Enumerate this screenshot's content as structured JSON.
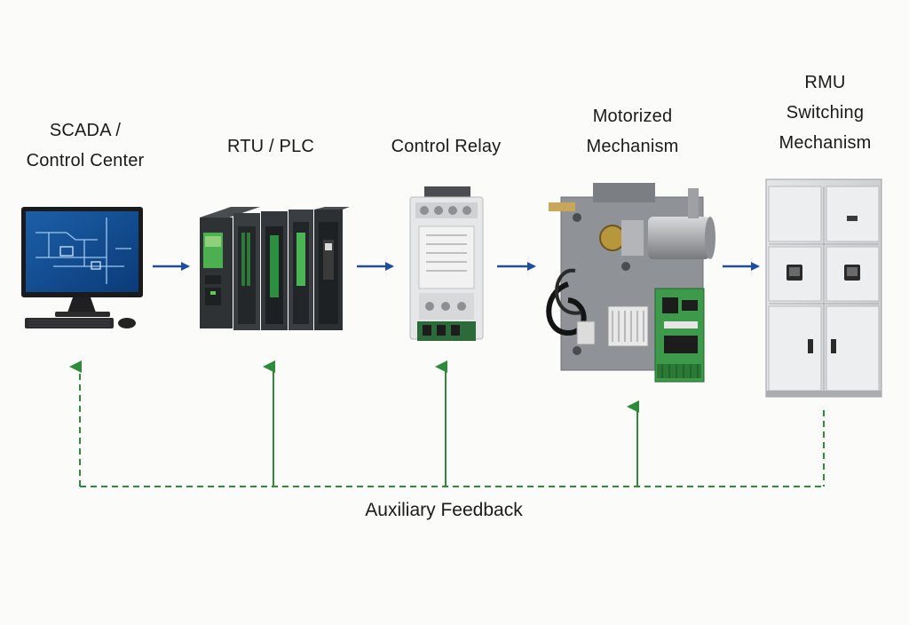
{
  "nodes": [
    {
      "id": "scada",
      "lines": [
        "SCADA /",
        "Control Center"
      ]
    },
    {
      "id": "rtu",
      "lines": [
        "RTU / PLC"
      ]
    },
    {
      "id": "relay",
      "lines": [
        "Control Relay"
      ]
    },
    {
      "id": "motor",
      "lines": [
        "Motorized",
        "Mechanism"
      ]
    },
    {
      "id": "rmu",
      "lines": [
        "RMU",
        "Switching",
        "Mechanism"
      ]
    }
  ],
  "feedback": {
    "label": "Auxiliary Feedback"
  },
  "colors": {
    "forward_arrow": "#1f4e9c",
    "feedback_line": "#2e8b3a",
    "text": "#1a1a1a"
  }
}
